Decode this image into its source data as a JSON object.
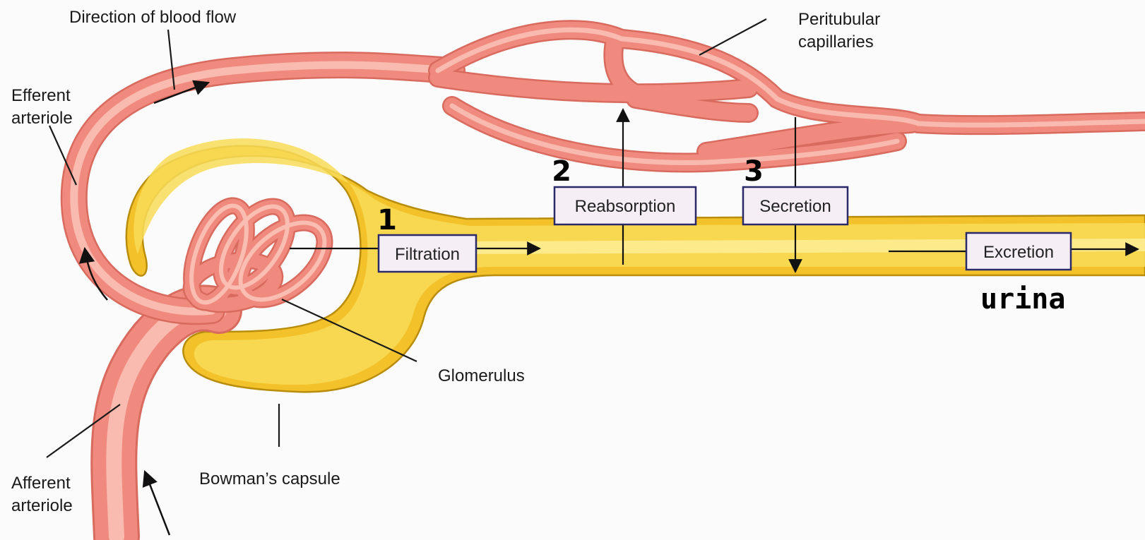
{
  "labels": {
    "direction_of_blood_flow": "Direction of blood flow",
    "efferent_arteriole_line1": "Efferent",
    "efferent_arteriole_line2": "arteriole",
    "peritubular_line1": "Peritubular",
    "peritubular_line2": "capillaries",
    "glomerulus": "Glomerulus",
    "bowmans_capsule": "Bowman’s capsule",
    "afferent_arteriole_line1": "Afferent",
    "afferent_arteriole_line2": "arteriole"
  },
  "processes": {
    "filtration": {
      "number": "1",
      "label": "Filtration"
    },
    "reabsorption": {
      "number": "2",
      "label": "Reabsorption"
    },
    "secretion": {
      "number": "3",
      "label": "Secretion"
    },
    "excretion": {
      "label": "Excretion"
    }
  },
  "output_label": "urina",
  "colors": {
    "vessel": "#f08a7e",
    "vessel_light": "#fbd0c6",
    "vessel_outline": "#d9685c",
    "tubule": "#f7cf2e",
    "tubule_light": "#fdf1a6",
    "tubule_outline": "#c79a10",
    "box_fill": "#f6eef5",
    "box_border": "#2a2a6a"
  }
}
